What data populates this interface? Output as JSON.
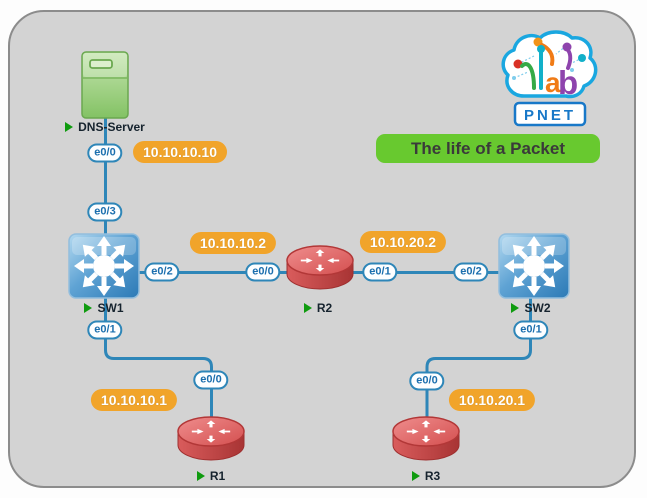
{
  "title": {
    "text": "The life of a Packet",
    "bg_color": "#68c92f",
    "text_color": "#3a3a3a"
  },
  "logo": {
    "letter_a": "a",
    "letter_b": "b",
    "badge": "PNET",
    "cloud_color": "#1aa7e0",
    "badge_color": "#1878c8"
  },
  "nodes": {
    "dns": {
      "label": "DNS-Server",
      "type": "server"
    },
    "sw1": {
      "label": "SW1",
      "type": "switch"
    },
    "sw2": {
      "label": "SW2",
      "type": "switch"
    },
    "r1": {
      "label": "R1",
      "type": "router"
    },
    "r2": {
      "label": "R2",
      "type": "router"
    },
    "r3": {
      "label": "R3",
      "type": "router"
    }
  },
  "interfaces": {
    "dns_e00": "e0/0",
    "sw1_e03": "e0/3",
    "sw1_e02": "e0/2",
    "sw1_e01": "e0/1",
    "r2_e00": "e0/0",
    "r2_e01": "e0/1",
    "sw2_e02": "e0/2",
    "sw2_e01": "e0/1",
    "r1_e00": "e0/0",
    "r3_e00": "e0/0"
  },
  "ips": {
    "dns": "10.10.10.10",
    "r2_left": "10.10.10.2",
    "r2_right": "10.10.20.2",
    "r1": "10.10.10.1",
    "r3": "10.10.20.1"
  },
  "colors": {
    "canvas_bg": "#d3d3d3",
    "canvas_border": "#8c8c8c",
    "link": "#2e86b8",
    "ip_pill_bg": "#f1a42a",
    "iface_pill_border": "#2e86b8",
    "node_label_arrow": "#0f9b0f",
    "switch_blue": "#2c7ab6",
    "router_red": "#c24040",
    "server_green": "#83c264"
  }
}
